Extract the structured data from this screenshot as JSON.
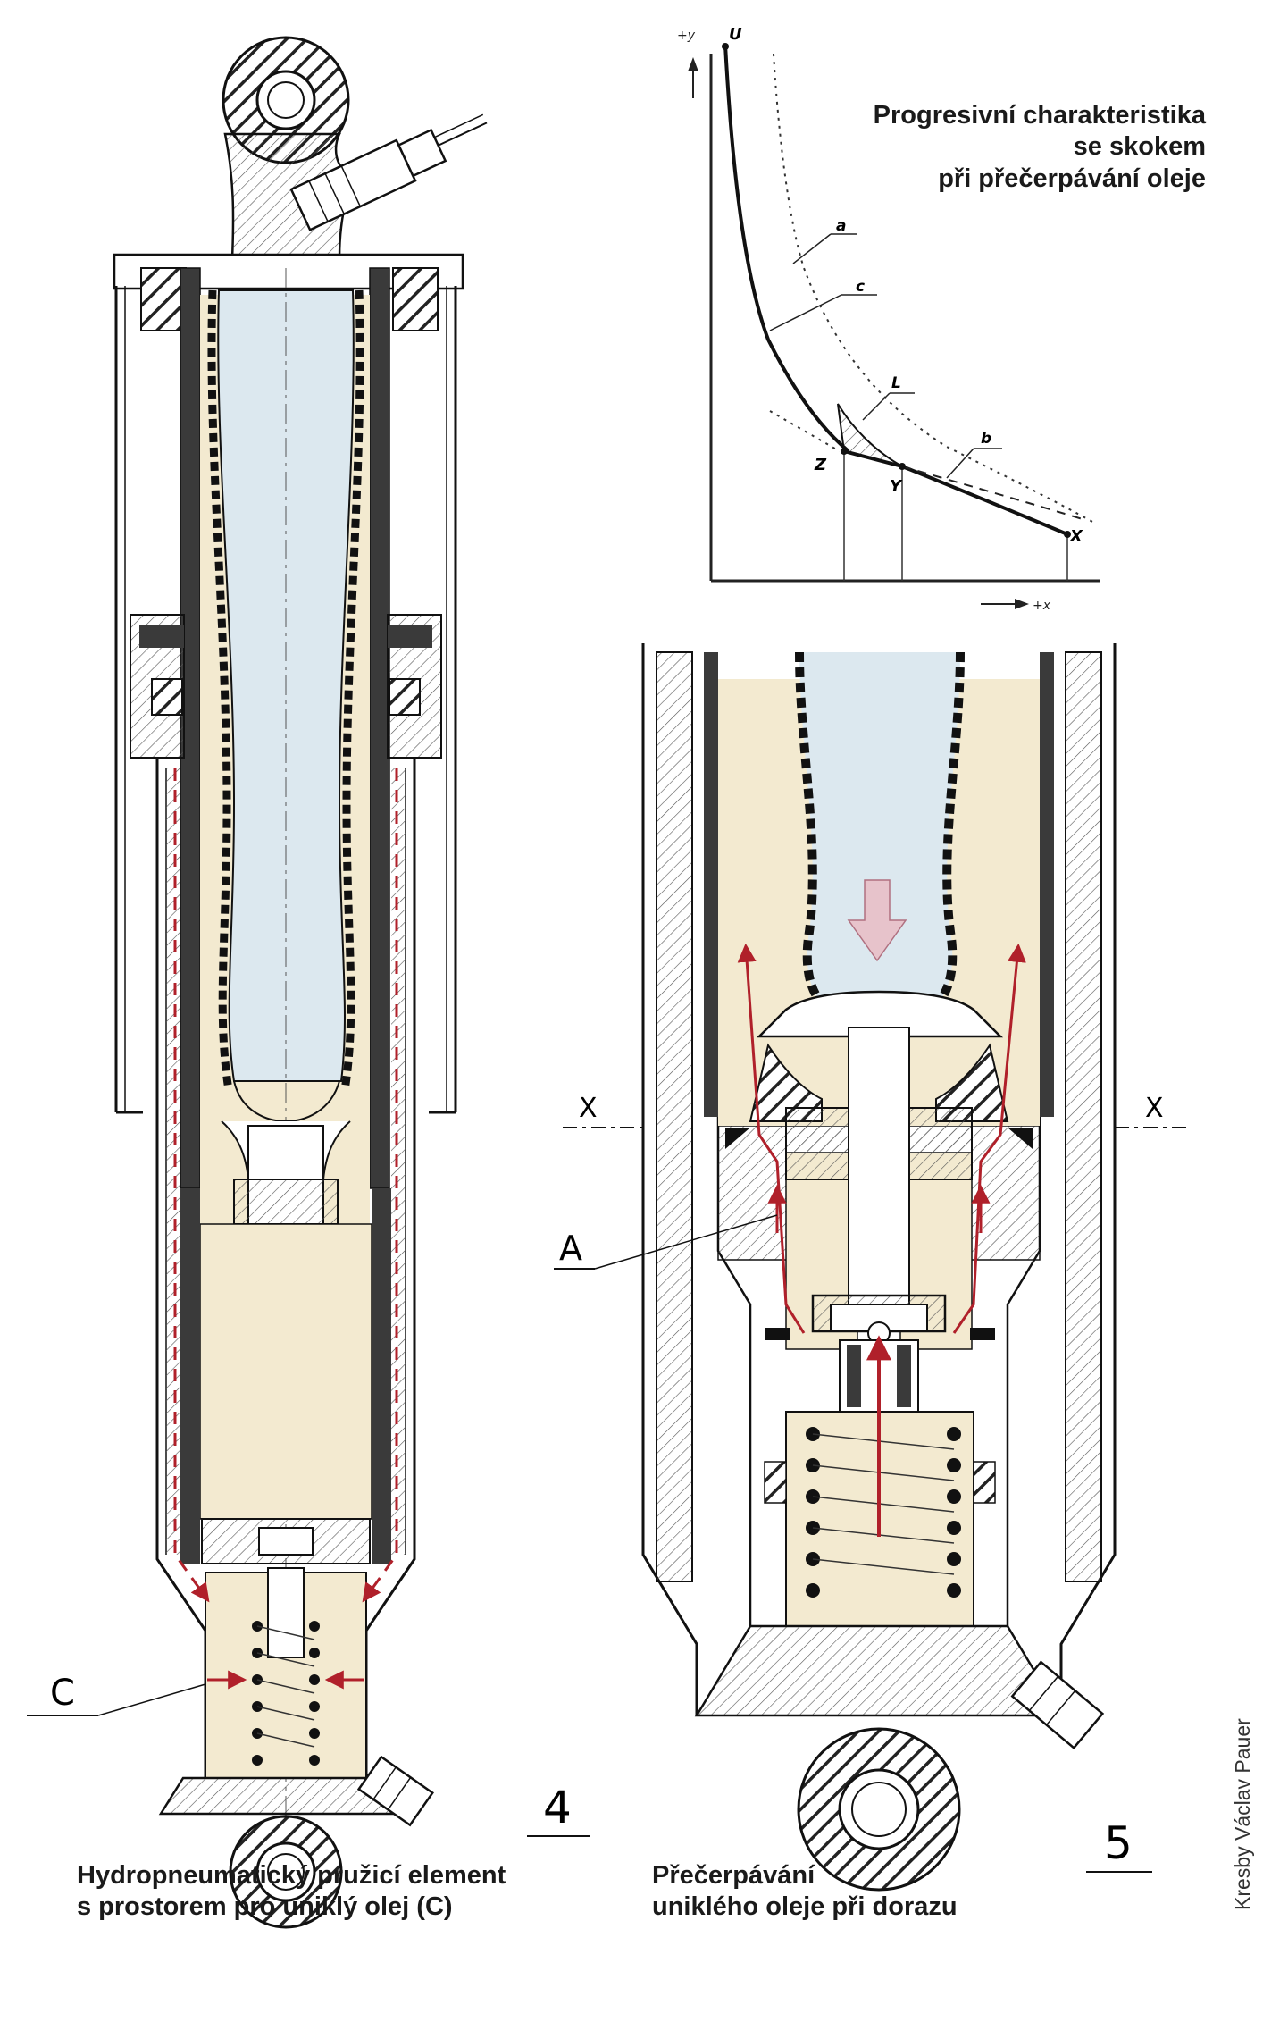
{
  "graph": {
    "title_lines": [
      "Progresivní charakteristika",
      "se skokem",
      "při přečerpávání oleje"
    ],
    "axis_y": "+y",
    "axis_x": "+x",
    "points": [
      "U",
      "Z",
      "Y",
      "X"
    ],
    "curves": [
      "a",
      "c",
      "L",
      "b"
    ]
  },
  "labels": {
    "fig4_section": "C",
    "fig4_number": "4",
    "fig5_section": "A",
    "fig5_number": "5",
    "section_marker": "X"
  },
  "captions": {
    "fig4": [
      "Hydropneumatický pružicí element",
      "s prostorem pro uniklý olej (C)"
    ],
    "fig5": [
      "Přečerpávání",
      "uniklého oleje při dorazu"
    ]
  },
  "credit": "Kresby Václav Pauer",
  "colors": {
    "ink": "#1a1a1a",
    "oil_yellow": "#f3ead0",
    "membrane_blue": "#dce8ef",
    "flow_red": "#b0202a",
    "arrow_pink": "#e7c3cb"
  }
}
